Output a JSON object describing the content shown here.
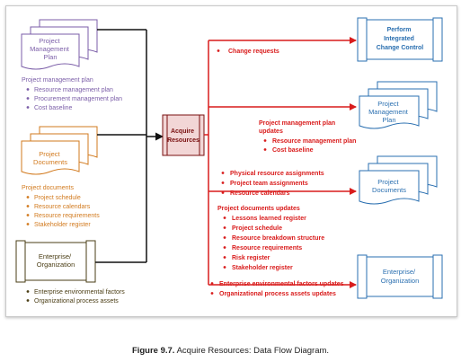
{
  "inputs": {
    "pm_plan": {
      "shape_label": [
        "Project",
        "Management",
        "Plan"
      ],
      "heading": "Project management plan",
      "items": [
        "Resource management plan",
        "Procurement management plan",
        "Cost baseline"
      ]
    },
    "project_documents": {
      "shape_label": [
        "Project",
        "Documents"
      ],
      "heading": "Project documents",
      "items": [
        "Project schedule",
        "Resource calendars",
        "Resource requirements",
        "Stakeholder register"
      ]
    },
    "enterprise": {
      "shape_label": [
        "Enterprise/",
        "Organization"
      ],
      "items": [
        "Enterprise environmental factors",
        "Organizational process assets"
      ]
    }
  },
  "process": {
    "label": [
      "Acquire",
      "Resources"
    ]
  },
  "outputs": {
    "change_requests": "Change requests",
    "pm_plan_updates": {
      "heading": [
        "Project management plan",
        "updates"
      ],
      "items": [
        "Resource management plan",
        "Cost baseline"
      ]
    },
    "direct_outputs": [
      "Physical resource assignments",
      "Project team assignments",
      "Resource calendars"
    ],
    "project_documents_updates": {
      "heading": "Project documents updates",
      "items": [
        "Lessons learned register",
        "Project schedule",
        "Resource breakdown structure",
        "Resource requirements",
        "Risk register",
        "Stakeholder register"
      ]
    },
    "org_updates": [
      "Enterprise environmental factors updates",
      "Organizational process assets updates"
    ]
  },
  "targets": {
    "integrated_change_control": [
      "Perform",
      "Integrated",
      "Change Control"
    ],
    "pm_plan": [
      "Project",
      "Management",
      "Plan"
    ],
    "project_documents": [
      "Project",
      "Documents"
    ],
    "enterprise": [
      "Enterprise/",
      "Organization"
    ]
  },
  "caption": {
    "label": "Figure 9.7.",
    "text": "Acquire Resources: Data Flow Diagram."
  },
  "colors": {
    "purple": "#7b5ea8",
    "orange": "#d27a1e",
    "brown": "#4a3d14",
    "red": "#d91c1c",
    "blue": "#2a6fb0",
    "process_fill": "#f2d6d6"
  }
}
